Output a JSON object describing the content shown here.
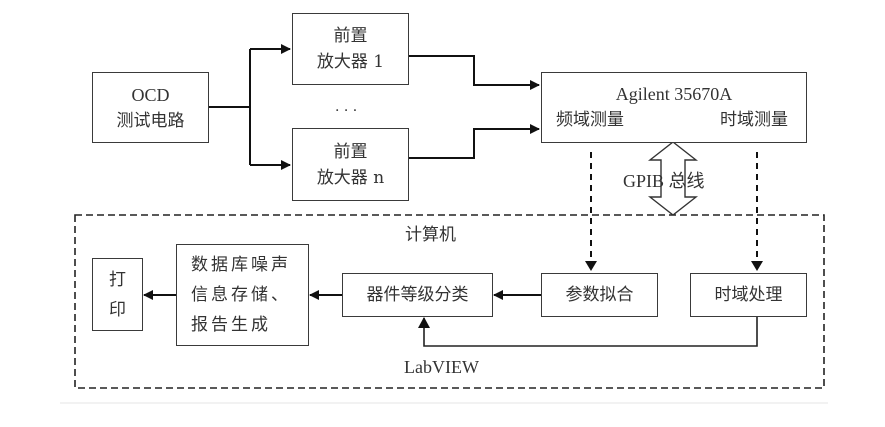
{
  "diagram": {
    "nodes": {
      "ocd": {
        "line1": "OCD",
        "line2": "测试电路"
      },
      "amp1": {
        "line1": "前置",
        "line2": "放大器 1"
      },
      "ellipsis": "· · ·",
      "ampn": {
        "line1": "前置",
        "line2": "放大器 n"
      },
      "agilent": {
        "title": "Agilent 35670A",
        "freq": "频域测量",
        "time": "时域测量"
      },
      "computer_label": "计算机",
      "print": {
        "line1": "打",
        "line2": "印"
      },
      "database": {
        "line1": "数据库噪声",
        "line2": "信息存储、",
        "line3": "报告生成"
      },
      "classify": "器件等级分类",
      "fit": "参数拟合",
      "time_proc": "时域处理"
    },
    "labels": {
      "gpib": "GPIB 总线",
      "labview": "LabVIEW"
    },
    "edges": [
      {
        "from": "ocd",
        "to": "amp1"
      },
      {
        "from": "ocd",
        "to": "ampn"
      },
      {
        "from": "amp1",
        "to": "agilent"
      },
      {
        "from": "ampn",
        "to": "agilent"
      },
      {
        "from": "agilent",
        "to": "computer",
        "type": "bidirectional",
        "label": "GPIB 总线"
      },
      {
        "from": "agilent.freq",
        "to": "fit",
        "style": "dashed"
      },
      {
        "from": "agilent.time",
        "to": "time_proc",
        "style": "dashed"
      },
      {
        "from": "fit",
        "to": "classify"
      },
      {
        "from": "time_proc",
        "to": "classify",
        "label": "LabVIEW"
      },
      {
        "from": "classify",
        "to": "database"
      },
      {
        "from": "database",
        "to": "print"
      }
    ]
  }
}
